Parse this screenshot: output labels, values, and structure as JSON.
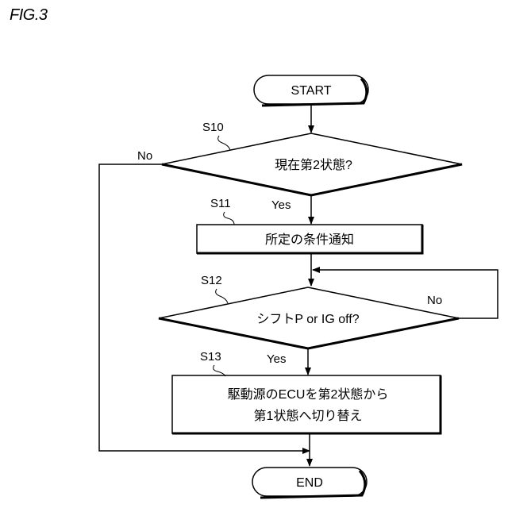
{
  "figure": {
    "label": "FIG.3"
  },
  "nodes": {
    "start": {
      "text": "START"
    },
    "s10": {
      "step": "S10",
      "text": "現在第2状態?",
      "no_label": "No",
      "yes_label": "Yes"
    },
    "s11": {
      "step": "S11",
      "text": "所定の条件通知"
    },
    "s12": {
      "step": "S12",
      "text": "シフトP or IG off?",
      "no_label": "No",
      "yes_label": "Yes"
    },
    "s13": {
      "step": "S13",
      "text_line1": "駆動源のECUを第2状態から",
      "text_line2": "第1状態へ切り替え"
    },
    "end": {
      "text": "END"
    }
  }
}
